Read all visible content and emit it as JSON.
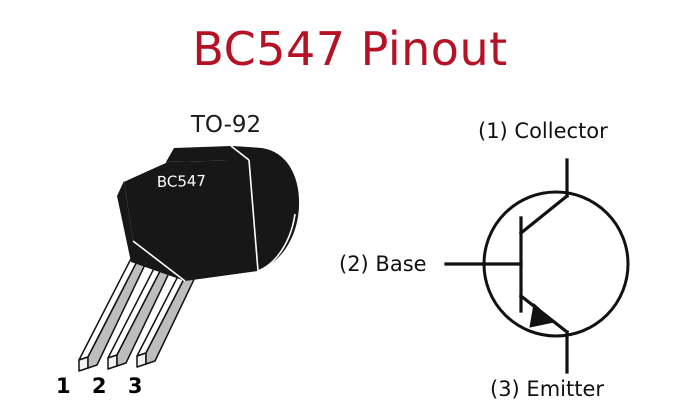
{
  "page": {
    "title": "BC547 Pinout",
    "title_color": "#b51226",
    "background": "#ffffff"
  },
  "package": {
    "type_label": "TO-92",
    "part_marking": "BC547",
    "body_color": "#171717",
    "pin_numbers": "1 2 3",
    "pins": [
      "1",
      "2",
      "3"
    ]
  },
  "symbol": {
    "device": "npn-bjt",
    "terminals": {
      "collector": "(1) Collector",
      "base": "(2) Base",
      "emitter": "(3) Emitter"
    },
    "line_color": "#111111"
  }
}
